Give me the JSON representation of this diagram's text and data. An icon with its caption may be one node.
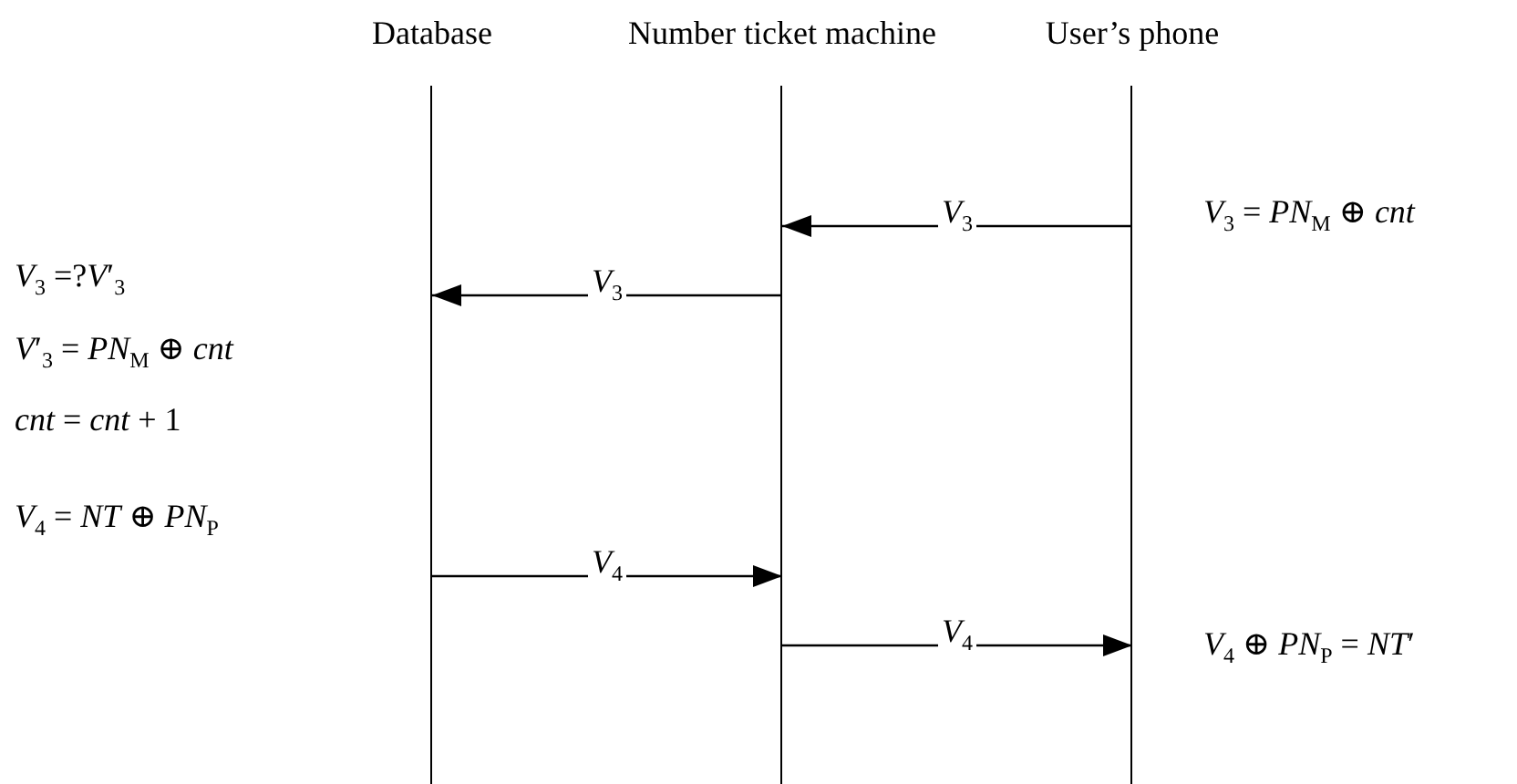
{
  "diagram": {
    "nodes": [
      {
        "text": [
          "Database"
        ]
      },
      {
        "text": [
          "Number ticket machine"
        ]
      },
      {
        "text": [
          "User’s phone"
        ]
      }
    ],
    "edges": [
      {
        "from": 2,
        "to": 1,
        "arrow": "to",
        "label": "*V*$_{3}$"
      },
      {
        "from": 1,
        "to": 0,
        "arrow": "to",
        "label": "*V*$_{3}$"
      },
      {
        "from": 0,
        "to": 1,
        "arrow": "to",
        "label": "*V*$_{4}$"
      },
      {
        "from": 1,
        "to": 2,
        "arrow": "to",
        "label": "*V*$_{4}$"
      }
    ],
    "labels": [
      "*V*$_{3}$ = *PN*$_{M}$ ⊕ *cnt*",
      "*V*$_{3}$ =?*V*′$_{3}$",
      "*V*′$_{3}$ = *PN*$_{M}$ ⊕ *cnt*",
      "*cnt* = *cnt* + 1",
      "*V*$_{4}$ = *NT* ⊕ *PN*$_{P}$",
      "*V*$_{4}$ ⊕ *PN*$_{P}$ = *NT*′"
    ]
  }
}
